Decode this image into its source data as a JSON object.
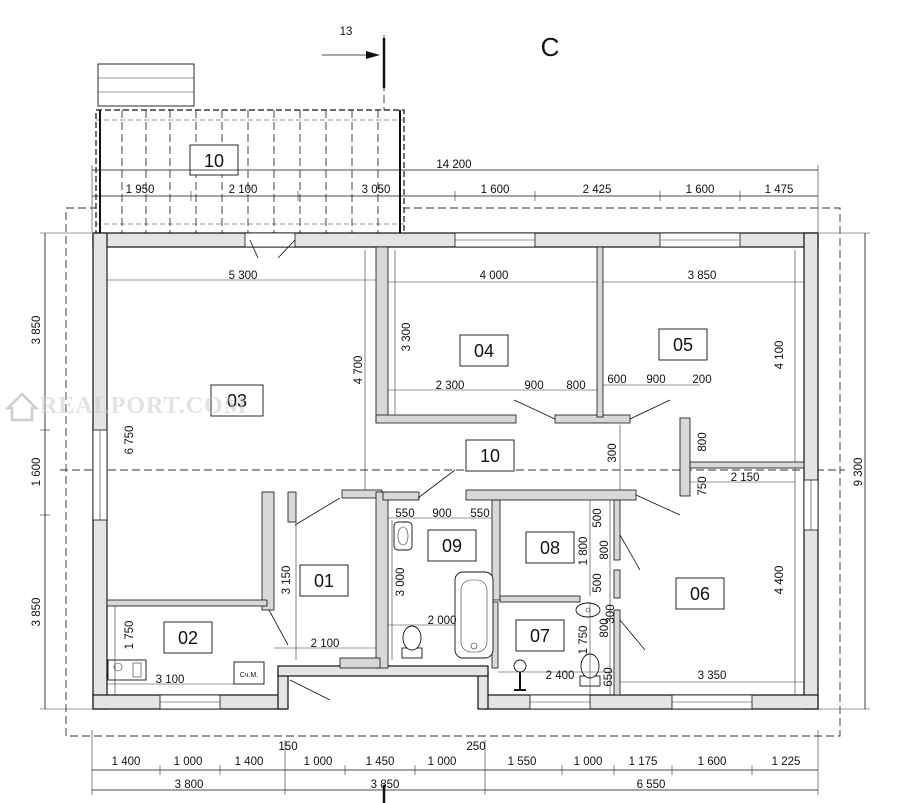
{
  "drawing": {
    "north_label": "С",
    "section_label": "13",
    "watermark": "REALPORT.COM"
  },
  "rooms": {
    "r01": "01",
    "r02": "02",
    "r03": "03",
    "r04": "04",
    "r05": "05",
    "r06": "06",
    "r07": "07",
    "r08": "08",
    "r09": "09",
    "r10_terrace": "10",
    "r10_hall": "10"
  },
  "labels": {
    "counter": "Сч.М."
  },
  "dims": {
    "top_total": "14 200",
    "top_1950": "1 950",
    "top_2100": "2 100",
    "top_3050": "3 050",
    "top_1600a": "1 600",
    "top_2425": "2 425",
    "top_1600b": "1 600",
    "top_1475": "1 475",
    "left_3850a": "3 850",
    "left_1600": "1 600",
    "left_3850b": "3 850",
    "right_9300": "9 300",
    "bot_1400a": "1 400",
    "bot_1000a": "1 000",
    "bot_1400b": "1 400",
    "bot_1000b": "1 000",
    "bot_1450": "1 450",
    "bot_1000c": "1 000",
    "bot_1550": "1 550",
    "bot_1000d": "1 000",
    "bot_1175": "1 175",
    "bot_1600": "1 600",
    "bot_1225": "1 225",
    "bot_150": "150",
    "bot_250": "250",
    "bot_3800": "3 800",
    "bot_3850": "3 850",
    "bot_6550": "6 550",
    "in_5300": "5 300",
    "in_6750": "6 750",
    "in_4700": "4 700",
    "in_4000": "4 000",
    "in_3300a": "3 300",
    "in_3850": "3 850",
    "in_4100": "4 100",
    "in_2300": "2 300",
    "in_900a": "900",
    "in_800a": "800",
    "in_600": "600",
    "in_900b": "900",
    "in_200": "200",
    "in_300": "300",
    "in_800b": "800",
    "in_750": "750",
    "in_2150": "2 150",
    "in_550a": "550",
    "in_900c": "900",
    "in_550b": "550",
    "in_3150": "3 150",
    "in_3000": "3 000",
    "in_2000": "2 000",
    "in_2100": "2 100",
    "in_1750a": "1 750",
    "in_3100": "3 100",
    "in_500a": "500",
    "in_1800": "1 800",
    "in_800c": "800",
    "in_500b": "500",
    "in_1750b": "1 750",
    "in_800d": "800",
    "in_300b": "300",
    "in_650": "650",
    "in_2400": "2 400",
    "in_4400": "4 400",
    "in_3350": "3 350"
  }
}
